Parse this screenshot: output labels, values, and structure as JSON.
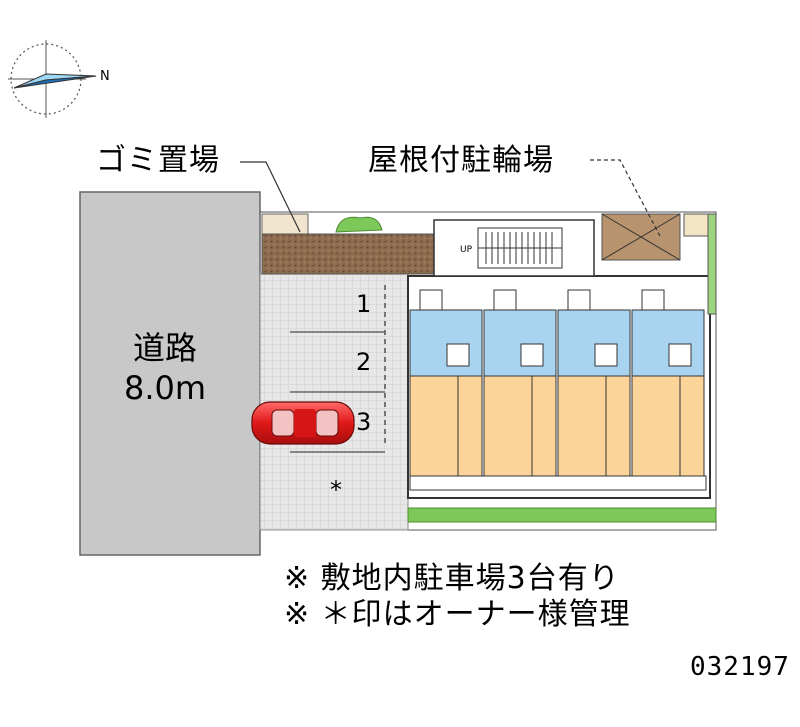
{
  "labels": {
    "trash": "ゴミ置場",
    "bike": "屋根付駐輪場",
    "road_name": "道路",
    "road_width": "8.0m",
    "compass_north": "N",
    "stair_up": "UP"
  },
  "parking": {
    "slots": [
      "1",
      "2",
      "3",
      "*"
    ]
  },
  "notes": [
    "※ 敷地内駐車場3台有り",
    "※ ＊印はオーナー様管理"
  ],
  "property_code": "032197",
  "colors": {
    "road": "#c8c8c8",
    "parking": "#e6e6e6",
    "building": "#ffffff",
    "wet_area": "#a8d4f0",
    "room": "#fcd49a",
    "grass": "#7cc95a",
    "brick": "#8a6a4e",
    "car": "#e02020"
  },
  "icons": [
    "compass-icon",
    "car-icon",
    "stairs-icon"
  ]
}
